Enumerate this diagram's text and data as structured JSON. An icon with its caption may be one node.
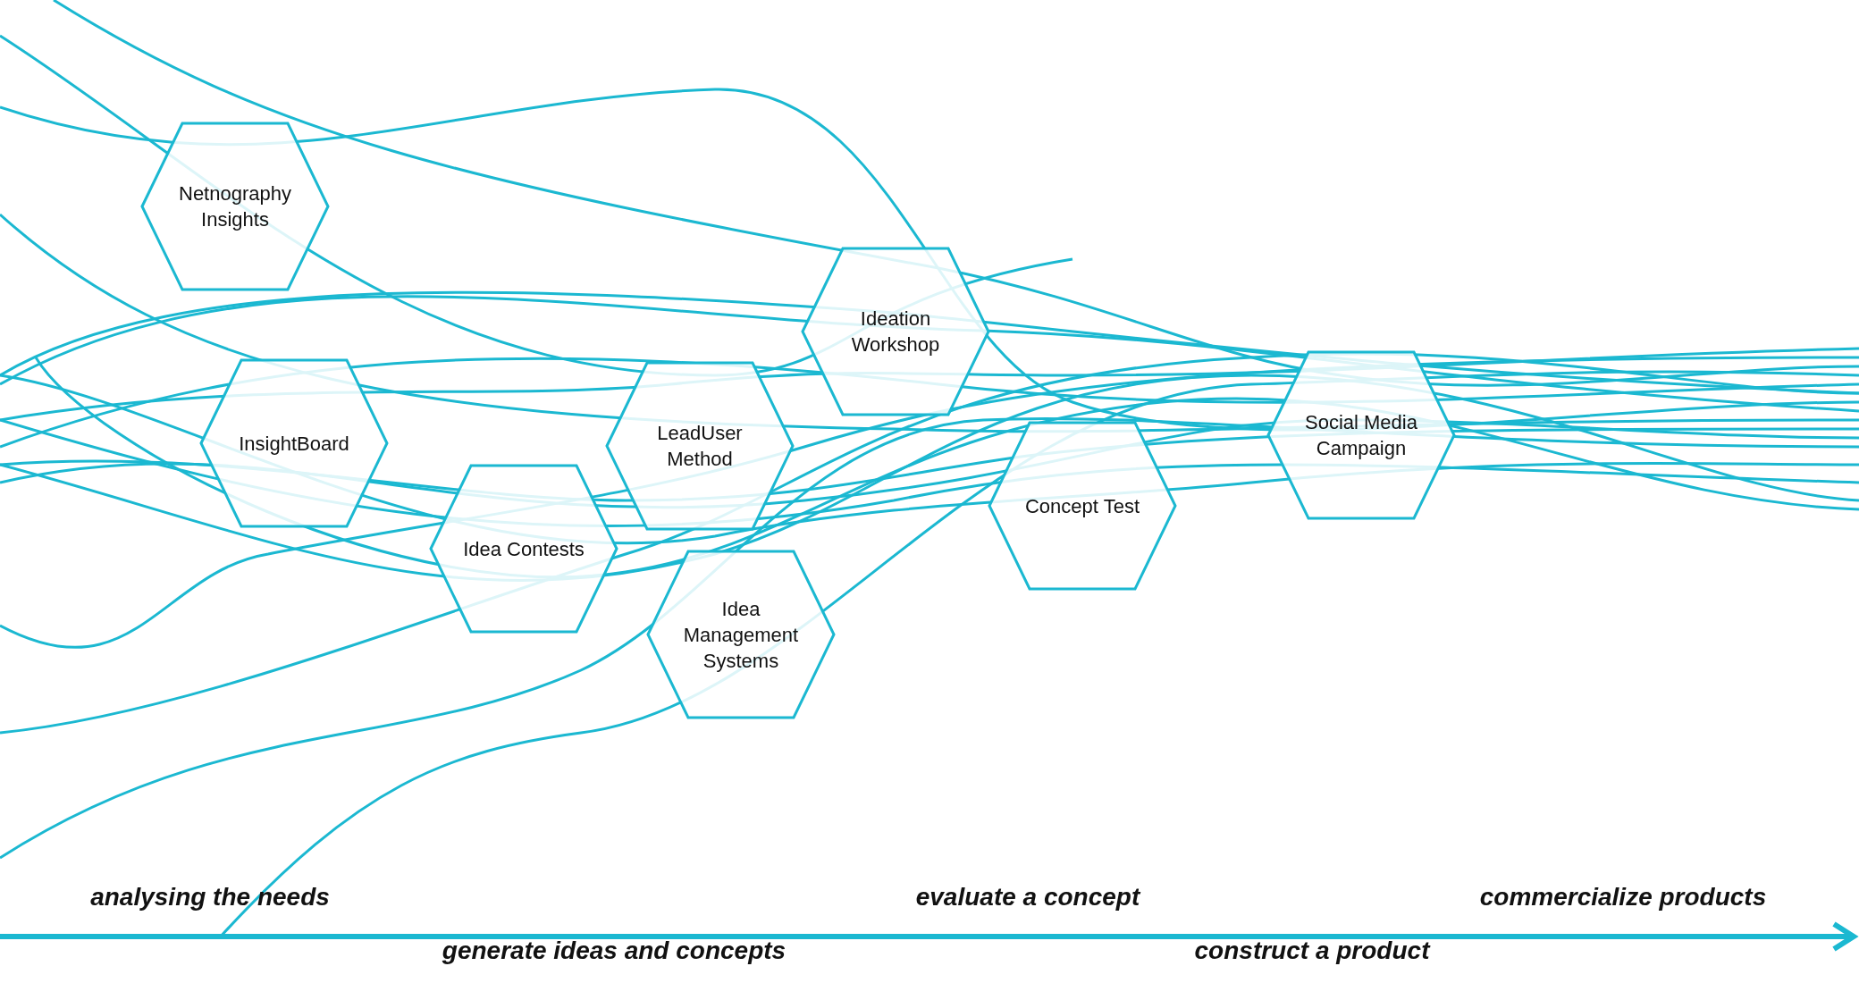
{
  "diagram": {
    "nodes": [
      {
        "text": [
          "Netnography Insights"
        ]
      },
      {
        "text": [
          "InsightBoard"
        ]
      },
      {
        "text": [
          "Idea Contests"
        ]
      },
      {
        "text": [
          "LeadUser Method"
        ]
      },
      {
        "text": [
          "Idea Management Systems"
        ]
      },
      {
        "text": [
          "Ideation Workshop"
        ]
      },
      {
        "text": [
          "Concept Test"
        ]
      },
      {
        "text": [
          "Social Media Campaign"
        ]
      }
    ],
    "labels": [
      "analysing the needs",
      "evaluate a concept",
      "commercialize products",
      "generate ideas and concepts",
      "construct a product"
    ]
  }
}
